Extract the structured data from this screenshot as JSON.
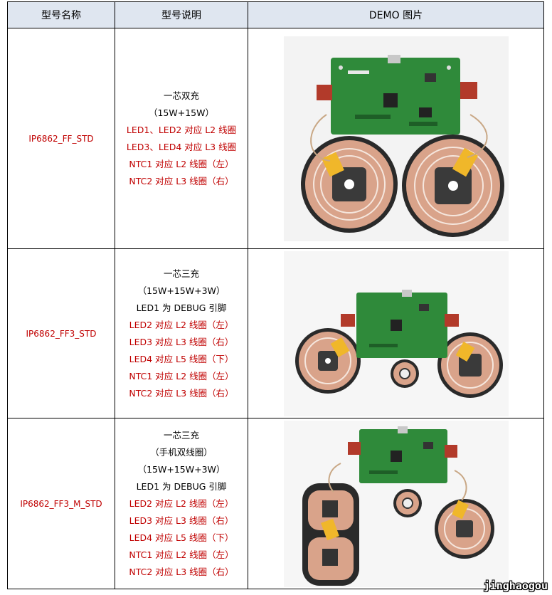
{
  "header": {
    "col1": "型号名称",
    "col2": "型号说明",
    "col3": "DEMO 图片"
  },
  "rows": [
    {
      "name": "IP6862_FF_STD",
      "lines": [
        {
          "text": "一芯双充",
          "color": "black"
        },
        {
          "text": "（15W+15W）",
          "color": "black"
        },
        {
          "text": "LED1、LED2 对应 L2 线圈",
          "color": "red"
        },
        {
          "text": "LED3、LED4 对应 L3 线圈",
          "color": "red"
        },
        {
          "text": "NTC1 对应 L2 线圈（左）",
          "color": "red"
        },
        {
          "text": "NTC2 对应 L3 线圈（右）",
          "color": "red"
        }
      ],
      "image": "demo-board-two-coils"
    },
    {
      "name": "IP6862_FF3_STD",
      "lines": [
        {
          "text": "一芯三充",
          "color": "black"
        },
        {
          "text": "（15W+15W+3W）",
          "color": "black"
        },
        {
          "text": "LED1 为 DEBUG 引脚",
          "color": "black"
        },
        {
          "text": "LED2 对应 L2 线圈（左）",
          "color": "red"
        },
        {
          "text": "LED3 对应 L3 线圈（右）",
          "color": "red"
        },
        {
          "text": "LED4 对应 L5 线圈（下）",
          "color": "red"
        },
        {
          "text": "NTC1 对应 L2 线圈（左）",
          "color": "red"
        },
        {
          "text": "NTC2 对应 L3 线圈（右）",
          "color": "red"
        }
      ],
      "image": "demo-board-three-coils"
    },
    {
      "name": "IP6862_FF3_M_STD",
      "lines": [
        {
          "text": "一芯三充",
          "color": "black"
        },
        {
          "text": "（手机双线圈）",
          "color": "black"
        },
        {
          "text": "（15W+15W+3W）",
          "color": "black"
        },
        {
          "text": "LED1 为 DEBUG 引脚",
          "color": "black"
        },
        {
          "text": "LED2 对应 L2 线圈（左）",
          "color": "red"
        },
        {
          "text": "LED3 对应 L3 线圈（右）",
          "color": "red"
        },
        {
          "text": "LED4 对应 L5 线圈（下）",
          "color": "red"
        },
        {
          "text": "NTC1 对应 L2 线圈（左）",
          "color": "red"
        },
        {
          "text": "NTC2 对应 L3 线圈（右）",
          "color": "red"
        }
      ],
      "image": "demo-board-dual-phone-coil"
    }
  ],
  "watermark": "jinghaogou",
  "colors": {
    "header_bg": "#dfe6f0",
    "red_text": "#c00000",
    "board_green": "#2f8a3a",
    "coil_copper": "#d9a38a"
  }
}
